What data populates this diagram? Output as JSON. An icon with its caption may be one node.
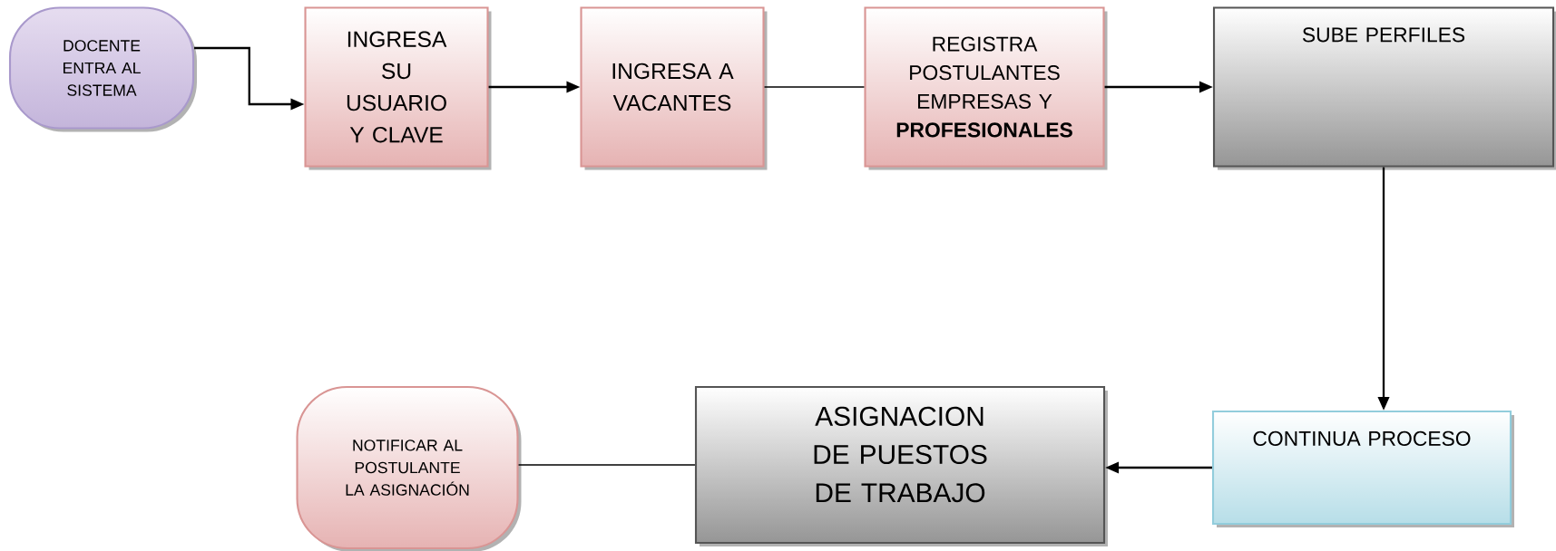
{
  "diagram": {
    "nodes": [
      {
        "text": [
          "DOCENTE ENTRA AL SISTEMA"
        ]
      },
      {
        "text": [
          "INGRESA SU USUARIO Y CLAVE"
        ]
      },
      {
        "text": [
          "INGRESA A VACANTES"
        ]
      },
      {
        "text": [
          "REGISTRA POSTULANTES EMPRESAS Y **PROFESIONALES**"
        ]
      },
      {
        "text": [
          "SUBE PERFILES"
        ]
      },
      {
        "text": [
          "CONTINUA PROCESO"
        ]
      },
      {
        "text": [
          "ASIGNACION DE PUESTOS DE TRABAJO"
        ]
      },
      {
        "text": [
          "NOTIFICAR AL POSTULANTE LA ASIGNACIÓN"
        ]
      }
    ],
    "edges": [
      {
        "from": 0,
        "to": 1,
        "arrow": "to"
      },
      {
        "from": 1,
        "to": 2,
        "arrow": "to"
      },
      {
        "from": 2,
        "to": 3,
        "arrow": "none"
      },
      {
        "from": 3,
        "to": 4,
        "arrow": "to"
      },
      {
        "from": 4,
        "to": 5,
        "arrow": "to"
      },
      {
        "from": 5,
        "to": 6,
        "arrow": "to"
      },
      {
        "from": 6,
        "to": 7,
        "arrow": "none"
      }
    ]
  }
}
